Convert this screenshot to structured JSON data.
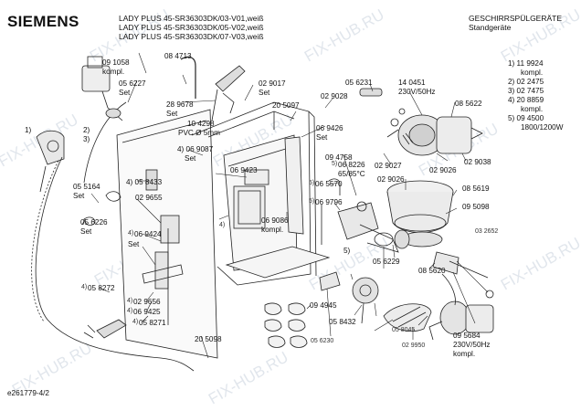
{
  "header": {
    "brand": "SIEMENS",
    "model_lines": [
      "LADY PLUS 45-SR36303DK/03-V01,weiß",
      "LADY PLUS 45-SR36303DK/05-V02,weiß",
      "LADY PLUS 45-SR36303DK/07-V03,weiß"
    ],
    "category": "GESCHIRRSPÜLGERÄTE",
    "subcategory": "Standgeräte"
  },
  "legend": {
    "lines": [
      "1) 11 9924",
      "kompl.",
      "2) 02 2475",
      "3) 02 7475",
      "4) 20 8859",
      "kompl.",
      "5) 09 4500",
      "1800/1200W"
    ]
  },
  "footer": {
    "diagram_id": "e261779-4/2"
  },
  "watermark": {
    "text": "FIX-HUB.RU"
  },
  "parts": {
    "p091058": "09 1058",
    "kompl_a": "kompl.",
    "p084713": "08 4713",
    "p056227": "05 6227",
    "set_a": "Set",
    "p289678": "28 9678",
    "set_b": "Set",
    "p029017": "02 9017",
    "set_c": "Set",
    "p029028": "02 9028",
    "p056231": "05 6231",
    "p140451": "14 0451",
    "p230v": "230V/50Hz",
    "p104298": "10 4298",
    "pvc": "PVC Ø 5mm",
    "p205097": "20 5097",
    "p085622": "08 5622",
    "p069426": "06 9426",
    "set_d": "Set",
    "l1": "1)",
    "l2": "2)",
    "l3": "3)",
    "p069087": "4) 06 9087",
    "set_e": "Set",
    "p069423": "06 9423",
    "p094758": "09 4758",
    "p068226": "06 8226",
    "temp": "65/85°C",
    "p029027": "02 9027",
    "p029026a": "02 9026",
    "p029026b": "02 9026",
    "p029038": "02 9038",
    "p055164": "05 5164",
    "set_f": "Set",
    "p058433": "4) 05 8433",
    "p029655": "02 9655",
    "p065570": "06 5570",
    "p069796": "06 9796",
    "p069086": "06 9086",
    "kompl_b": "kompl.",
    "l4a": "4)",
    "p085619": "08 5619",
    "p095098": "09 5098",
    "p056226": "05 6226",
    "set_g": "Set",
    "p069424": "06 9424",
    "set_h": "Set",
    "p032652": "03 2652",
    "l5": "5)",
    "p056229": "05 6229",
    "p085620": "08 5620",
    "p058272": "05 8272",
    "p029656": "02 9656",
    "p069425": "06 9425",
    "p058271": "05 8271",
    "p094945": "09 4945",
    "p058432": "05 8432",
    "p058045": "05 8045",
    "p095684": "09 5684",
    "p230v2": "230V/50Hz",
    "kompl_c": "kompl.",
    "p205098": "20 5098",
    "p056230": "05 6230",
    "p029950": "02 9950"
  }
}
